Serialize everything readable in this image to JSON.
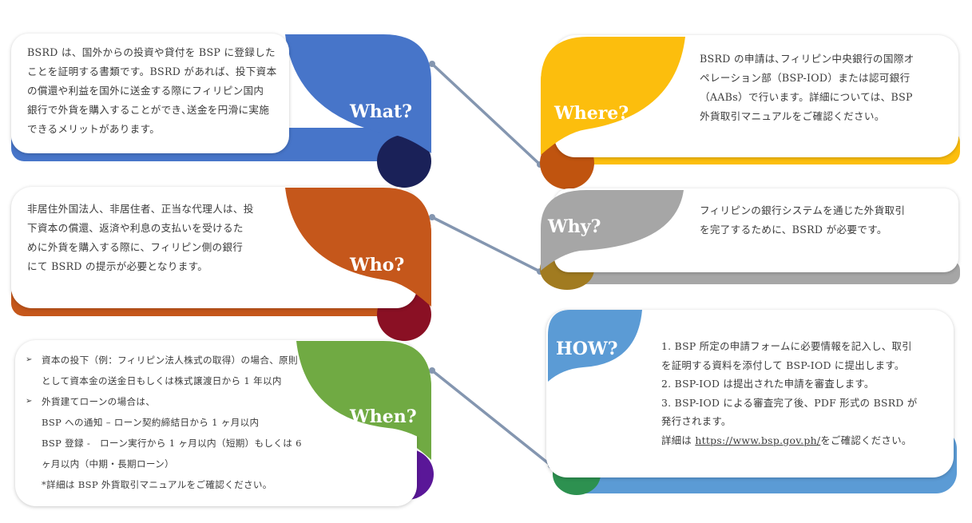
{
  "colors": {
    "what": "#4775c9",
    "what_dark": "#1a2158",
    "who": "#c5571b",
    "who_dark": "#8a1024",
    "when": "#70aa43",
    "when_dark": "#5a1798",
    "where": "#fcbe0d",
    "where_dark": "#c0540f",
    "why": "#a6a6a6",
    "why_dark": "#a17b20",
    "how": "#5b9bd5",
    "how_dark": "#2d9150",
    "connector": "#8496b0"
  },
  "what": {
    "label": "What?",
    "lines": [
      "BSRD は、国外からの投資や貸付を BSP に登録した",
      "ことを証明する書類です。BSRD があれば、投下資本",
      "の償還や利益を国外に送金する際にフィリピン国内",
      "銀行で外貨を購入することができ､送金を円滑に実施",
      "できるメリットがあります。"
    ]
  },
  "who": {
    "label": "Who?",
    "lines": [
      "非居住外国法人、非居住者、正当な代理人は、投",
      "下資本の償還、返済や利息の支払いを受けるた",
      "めに外貨を購入する際に、フィリピン側の銀行",
      "にて BSRD の提示が必要となります。"
    ]
  },
  "when": {
    "label": "When?",
    "bullet_symbol": "➢",
    "rows": [
      {
        "bullet": true,
        "text": "資本の投下（例：フィリピン法人株式の取得）の場合、原則"
      },
      {
        "bullet": false,
        "text": "として資本金の送金日もしくは株式譲渡日から 1 年以内"
      },
      {
        "bullet": true,
        "text": "外貨建てローンの場合は、"
      },
      {
        "bullet": false,
        "text": "BSP への通知 – ローン契約締結日から 1 ヶ月以内"
      },
      {
        "bullet": false,
        "text": "BSP 登録 -　ローン実行から 1 ヶ月以内（短期）もしくは 6"
      },
      {
        "bullet": false,
        "text": "ヶ月以内（中期・長期ローン）"
      },
      {
        "bullet": false,
        "text": "*詳細は BSP 外貨取引マニュアルをご確認ください。"
      }
    ]
  },
  "where": {
    "label": "Where?",
    "lines": [
      "BSRD の申請は､フィリピン中央銀行の国際オ",
      "ペレーション部（BSP-IOD）または認可銀行",
      "（AABs）で行います。詳細については、BSP",
      "外貨取引マニュアルをご確認ください。"
    ]
  },
  "why": {
    "label": "Why?",
    "lines": [
      "フィリピンの銀行システムを通じた外貨取引",
      "を完了するために、BSRD が必要です。"
    ]
  },
  "how": {
    "label": "HOW?",
    "lines": [
      "1. BSP 所定の申請フォームに必要情報を記入し、取引",
      "を証明する資料を添付して BSP-IOD に提出します。",
      "2. BSP-IOD は提出された申請を審査します。",
      "3. BSP-IOD による審査完了後、PDF 形式の BSRD が",
      "発行されます。"
    ],
    "detail_prefix": "詳細は ",
    "detail_link": "https://www.bsp.gov.ph/",
    "detail_suffix": "をご確認ください。"
  }
}
